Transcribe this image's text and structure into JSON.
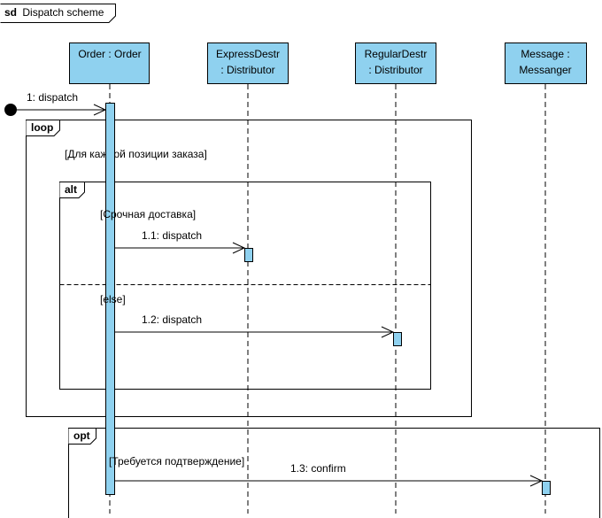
{
  "diagram": {
    "frame_keyword": "sd",
    "frame_name": "Dispatch scheme",
    "lifelines": [
      {
        "line1": "Order : Order",
        "line2": ""
      },
      {
        "line1": "ExpressDestr",
        "line2": ": Distributor"
      },
      {
        "line1": "RegularDestr",
        "line2": ": Distributor"
      },
      {
        "line1": "Message :",
        "line2": "Messanger"
      }
    ],
    "messages": {
      "m1": "1: dispatch",
      "m11": "1.1: dispatch",
      "m12": "1.2: dispatch",
      "m13": "1.3: confirm"
    },
    "fragments": {
      "loop": {
        "operator": "loop",
        "guard": "[Для каждой позиции заказа]"
      },
      "alt": {
        "operator": "alt",
        "guard1": "[Срочная доставка]",
        "guard2": "[else]"
      },
      "opt": {
        "operator": "opt",
        "guard": "[Требуется подтверждение]"
      }
    }
  }
}
